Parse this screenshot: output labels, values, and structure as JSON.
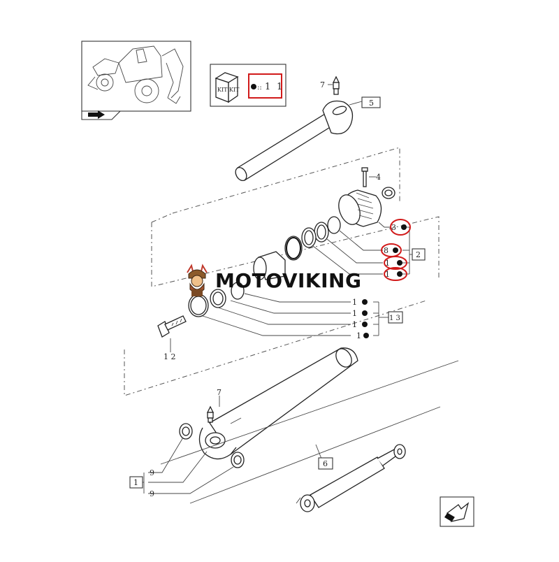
{
  "watermark": {
    "brand": "MOTOVIKING"
  },
  "kit_legend": {
    "icon_text_top": "KIT",
    "icon_text_side": "KIT",
    "symbol": "::",
    "qty_a": "1",
    "qty_b": "1"
  },
  "callouts": {
    "c7_top": "7",
    "c5": "5",
    "c4": "4",
    "c3": "3",
    "c8": "8",
    "c_u1": "1",
    "c_u2": "1",
    "c2": "2",
    "c1_a": "1",
    "c1_b": "1",
    "c1_c": "1",
    "c1_d": "1",
    "c13": "1 3",
    "c12": "1 2",
    "c7_bottom": "7",
    "c6": "6",
    "c9_a": "9",
    "c9_b": "9",
    "c1_box": "1"
  },
  "colors": {
    "highlight": "#d11a1a",
    "line": "#333333"
  },
  "icons": [
    "machine-thumbnail-icon",
    "kit-box-icon",
    "nav-arrow-icon",
    "viking-mascot-icon"
  ]
}
